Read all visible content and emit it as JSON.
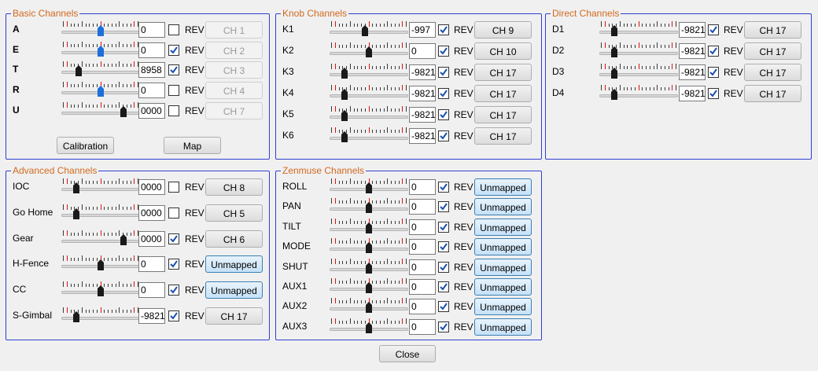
{
  "rev_label": "REV",
  "basic": {
    "title": "Basic Channels",
    "rows": [
      {
        "label": "A",
        "value": "0",
        "rev": false,
        "channel": "CH 1",
        "level": 0.5,
        "thumb": "blue",
        "btn": "disabled"
      },
      {
        "label": "E",
        "value": "0",
        "rev": true,
        "channel": "CH 2",
        "level": 0.5,
        "thumb": "blue",
        "btn": "disabled"
      },
      {
        "label": "T",
        "value": "8958",
        "rev": true,
        "channel": "CH 3",
        "level": 0.2,
        "thumb": "black",
        "btn": "disabled"
      },
      {
        "label": "R",
        "value": "0",
        "rev": false,
        "channel": "CH 4",
        "level": 0.5,
        "thumb": "blue",
        "btn": "disabled"
      },
      {
        "label": "U",
        "value": "0000",
        "rev": false,
        "channel": "CH 7",
        "level": 0.82,
        "thumb": "black",
        "btn": "disabled"
      }
    ],
    "calibration_label": "Calibration",
    "map_label": "Map"
  },
  "knob": {
    "title": "Knob Channels",
    "rows": [
      {
        "label": "K1",
        "value": "-997",
        "rev": true,
        "channel": "CH 9",
        "level": 0.45,
        "thumb": "black",
        "btn": "normal"
      },
      {
        "label": "K2",
        "value": "0",
        "rev": true,
        "channel": "CH 10",
        "level": 0.5,
        "thumb": "black",
        "btn": "normal"
      },
      {
        "label": "K3",
        "value": "-9821",
        "rev": true,
        "channel": "CH 17",
        "level": 0.16,
        "thumb": "black",
        "btn": "normal"
      },
      {
        "label": "K4",
        "value": "-9821",
        "rev": true,
        "channel": "CH 17",
        "level": 0.16,
        "thumb": "black",
        "btn": "normal"
      },
      {
        "label": "K5",
        "value": "-9821",
        "rev": true,
        "channel": "CH 17",
        "level": 0.16,
        "thumb": "black",
        "btn": "normal"
      },
      {
        "label": "K6",
        "value": "-9821",
        "rev": true,
        "channel": "CH 17",
        "level": 0.16,
        "thumb": "black",
        "btn": "normal"
      }
    ]
  },
  "direct": {
    "title": "Direct Channels",
    "rows": [
      {
        "label": "D1",
        "value": "-9821",
        "rev": true,
        "channel": "CH 17",
        "level": 0.16,
        "thumb": "black",
        "btn": "normal"
      },
      {
        "label": "D2",
        "value": "-9821",
        "rev": true,
        "channel": "CH 17",
        "level": 0.16,
        "thumb": "black",
        "btn": "normal"
      },
      {
        "label": "D3",
        "value": "-9821",
        "rev": true,
        "channel": "CH 17",
        "level": 0.16,
        "thumb": "black",
        "btn": "normal"
      },
      {
        "label": "D4",
        "value": "-9821",
        "rev": true,
        "channel": "CH 17",
        "level": 0.16,
        "thumb": "black",
        "btn": "normal"
      }
    ]
  },
  "advanced": {
    "title": "Advanced Channels",
    "rows": [
      {
        "label": "IOC",
        "value": "0000",
        "rev": false,
        "channel": "CH 8",
        "level": 0.16,
        "thumb": "black",
        "btn": "normal"
      },
      {
        "label": "Go Home",
        "value": "0000",
        "rev": false,
        "channel": "CH 5",
        "level": 0.16,
        "thumb": "black",
        "btn": "normal"
      },
      {
        "label": "Gear",
        "value": "0000",
        "rev": true,
        "channel": "CH 6",
        "level": 0.82,
        "thumb": "black",
        "btn": "normal"
      },
      {
        "label": "H-Fence",
        "value": "0",
        "rev": true,
        "channel": "Unmapped",
        "level": 0.5,
        "thumb": "black",
        "btn": "map"
      },
      {
        "label": "CC",
        "value": "0",
        "rev": true,
        "channel": "Unmapped",
        "level": 0.5,
        "thumb": "black",
        "btn": "map"
      },
      {
        "label": "S-Gimbal",
        "value": "-9821",
        "rev": true,
        "channel": "CH 17",
        "level": 0.16,
        "thumb": "black",
        "btn": "normal"
      }
    ]
  },
  "zenmuse": {
    "title": "Zenmuse Channels",
    "rows": [
      {
        "label": "ROLL",
        "value": "0",
        "rev": true,
        "channel": "Unmapped",
        "level": 0.5,
        "thumb": "black",
        "btn": "map"
      },
      {
        "label": "PAN",
        "value": "0",
        "rev": true,
        "channel": "Unmapped",
        "level": 0.5,
        "thumb": "black",
        "btn": "map"
      },
      {
        "label": "TILT",
        "value": "0",
        "rev": true,
        "channel": "Unmapped",
        "level": 0.5,
        "thumb": "black",
        "btn": "map"
      },
      {
        "label": "MODE",
        "value": "0",
        "rev": true,
        "channel": "Unmapped",
        "level": 0.5,
        "thumb": "black",
        "btn": "map"
      },
      {
        "label": "SHUT",
        "value": "0",
        "rev": true,
        "channel": "Unmapped",
        "level": 0.5,
        "thumb": "black",
        "btn": "map"
      },
      {
        "label": "AUX1",
        "value": "0",
        "rev": true,
        "channel": "Unmapped",
        "level": 0.5,
        "thumb": "black",
        "btn": "map"
      },
      {
        "label": "AUX2",
        "value": "0",
        "rev": true,
        "channel": "Unmapped",
        "level": 0.5,
        "thumb": "black",
        "btn": "map"
      },
      {
        "label": "AUX3",
        "value": "0",
        "rev": true,
        "channel": "Unmapped",
        "level": 0.5,
        "thumb": "black",
        "btn": "map"
      }
    ]
  },
  "close_label": "Close",
  "colors": {
    "group_border": "#2f3fd0",
    "group_title": "#d2691e",
    "thumb_blue": "#1e6fd9",
    "thumb_black": "#1a1a1a",
    "tick_red": "#d11111"
  }
}
